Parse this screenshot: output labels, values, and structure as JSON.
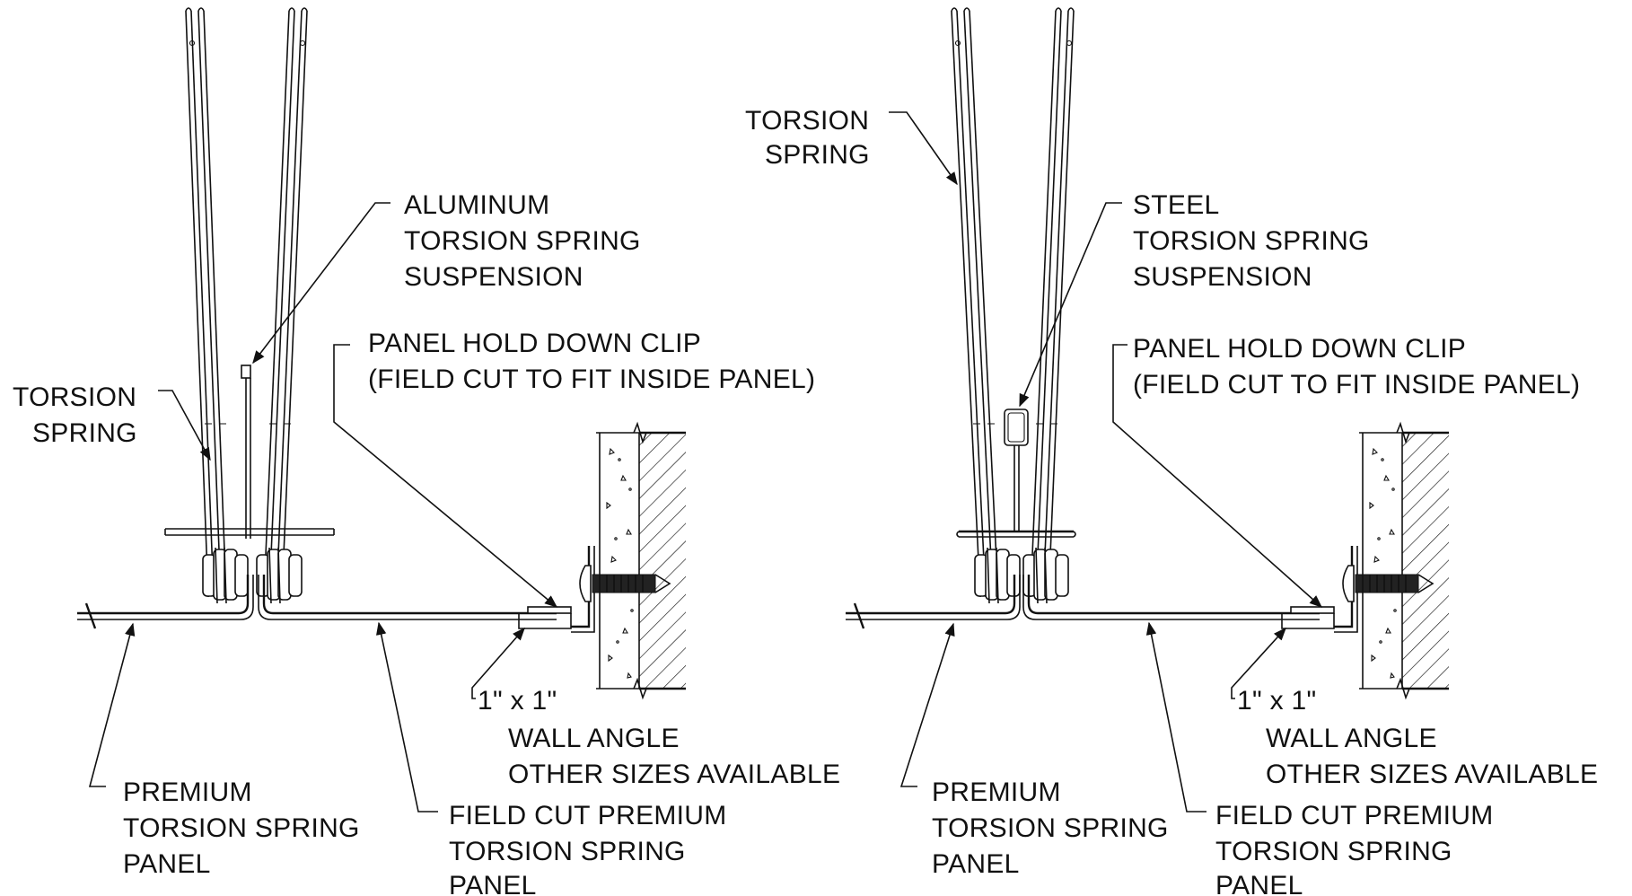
{
  "left_detail": {
    "suspension_label": [
      "ALUMINUM",
      "TORSION SPRING",
      "SUSPENSION"
    ],
    "torsion_spring_label": [
      "TORSION",
      "SPRING"
    ],
    "clip_label": [
      "PANEL HOLD DOWN CLIP",
      "(FIELD CUT TO FIT INSIDE PANEL)"
    ],
    "wall_angle_label": [
      "1\" x 1\"",
      "WALL ANGLE",
      "OTHER SIZES AVAILABLE"
    ],
    "panel_label": [
      "PREMIUM",
      "TORSION SPRING",
      "PANEL"
    ],
    "field_cut_label": [
      "FIELD CUT PREMIUM",
      "TORSION SPRING",
      "PANEL"
    ]
  },
  "right_detail": {
    "torsion_spring_label": [
      "TORSION",
      "SPRING"
    ],
    "suspension_label": [
      "STEEL",
      "TORSION SPRING",
      "SUSPENSION"
    ],
    "clip_label": [
      "PANEL HOLD DOWN CLIP",
      "(FIELD CUT TO FIT INSIDE PANEL)"
    ],
    "wall_angle_label": [
      "1\" x 1\"",
      "WALL ANGLE",
      "OTHER SIZES AVAILABLE"
    ],
    "panel_label": [
      "PREMIUM",
      "TORSION SPRING",
      "PANEL"
    ],
    "field_cut_label": [
      "FIELD CUT PREMIUM",
      "TORSION SPRING",
      "PANEL"
    ]
  }
}
